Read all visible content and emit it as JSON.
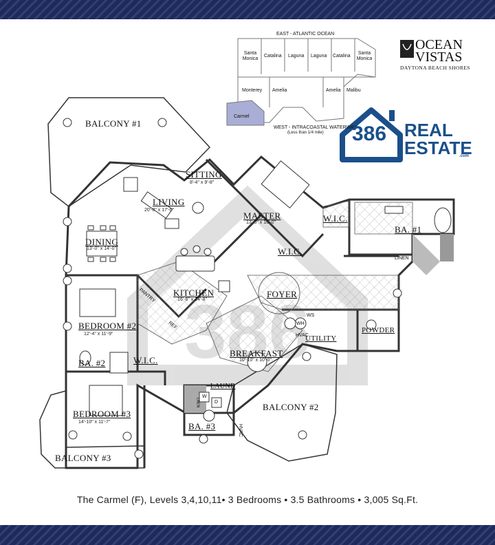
{
  "colors": {
    "navy": "#1c2a5e",
    "brand_blue": "#1a4f8a",
    "carmel_highlight": "#a9aed6",
    "wall": "#333333"
  },
  "key_plan": {
    "top_label": "EAST - ATLANTIC OCEAN",
    "bottom_label": "WEST - INTRACOASTAL WATERWAY",
    "bottom_note": "(Less than 1/4 mile)",
    "units": [
      "Santa Monica",
      "Catalina",
      "Laguna",
      "Laguna",
      "Catalina",
      "Santa Monica",
      "Monterey",
      "Amelia",
      "Amelia",
      "Malibu",
      "Carmel"
    ]
  },
  "logos": {
    "ocean_vistas_name": "OCEAN VISTAS",
    "ocean_vistas_sub": "DAYTONA BEACH SHORES",
    "re_number": "386",
    "re_line1": "REAL",
    "re_line2": "ESTATE",
    "re_suffix": ".com"
  },
  "rooms": {
    "balcony1": {
      "name": "BALCONY #1"
    },
    "sitting": {
      "name": "SITTING",
      "dims": "8'-4\" x 9'-8\""
    },
    "living": {
      "name": "LIVING",
      "dims": "20'-0\" x 17'-0\""
    },
    "dining": {
      "name": "DINING",
      "dims": "13'-0\" x 14'-0\""
    },
    "master": {
      "name": "MASTER",
      "dims": "13'-0\" x 16'-0\""
    },
    "wic_master": {
      "name": "W.I.C."
    },
    "ba1": {
      "name": "BA. #1"
    },
    "linen": {
      "name": "LINEN"
    },
    "wic2": {
      "name": "W.I.C."
    },
    "kitchen": {
      "name": "KITCHEN",
      "dims": "16'-6\" x 14'-8\""
    },
    "pantry": {
      "name": "PANTRY"
    },
    "refr": {
      "name": "REF."
    },
    "foyer": {
      "name": "FOYER"
    },
    "bedroom2": {
      "name": "BEDROOM #2",
      "dims": "12'-4\" x 11'-9\""
    },
    "ba2": {
      "name": "BA. #2"
    },
    "wic3": {
      "name": "W.I.C."
    },
    "breakfast": {
      "name": "BREAKFAST",
      "dims": "10'-10\" x 10'-0\""
    },
    "utility": {
      "name": "UTILITY"
    },
    "powder": {
      "name": "POWDER"
    },
    "laund": {
      "name": "LAUND"
    },
    "bedroom3": {
      "name": "BEDROOM #3",
      "dims": "14'-10\" x 11'-7\""
    },
    "ba3": {
      "name": "BA. #3"
    },
    "balcony2": {
      "name": "BALCONY #2"
    },
    "balcony3": {
      "name": "BALCONY #3"
    }
  },
  "fixtures": {
    "hvac": "HVAC",
    "wh": "WH",
    "ws": "WS",
    "w": "W",
    "d": "D",
    "linen_small": "LINEN"
  },
  "caption": "The Carmel (F), Levels 3,4,10,11• 3 Bedrooms • 3.5 Bathrooms • 3,005 Sq.Ft."
}
